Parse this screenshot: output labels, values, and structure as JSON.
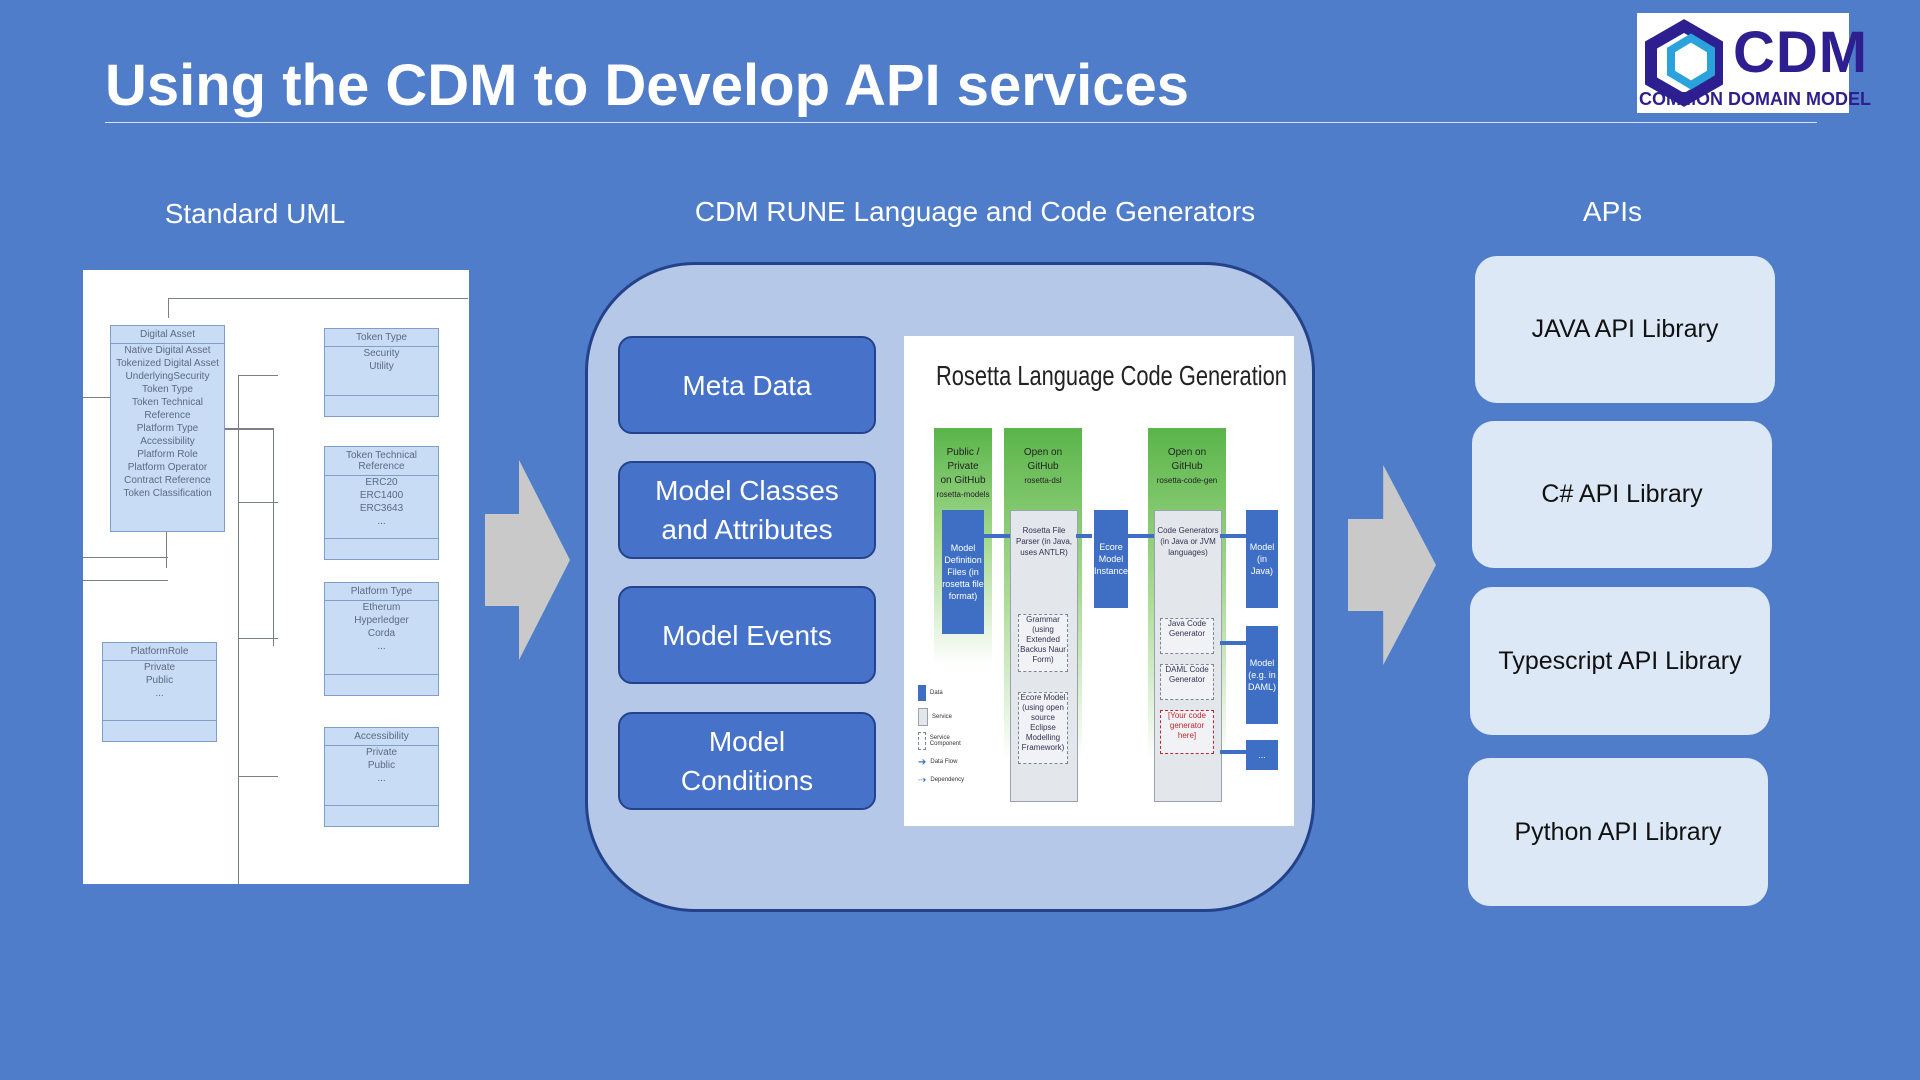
{
  "slide": {
    "title": "Using the CDM to Develop API services"
  },
  "logo": {
    "word": "CDM",
    "subtitle": "COMMON DOMAIN MODEL"
  },
  "columns": {
    "uml_heading": "Standard UML",
    "rune_heading": "CDM RUNE Language and Code Generators",
    "apis_heading": "APIs"
  },
  "uml": {
    "digital_asset": {
      "name": "Digital Asset",
      "attributes": [
        "Native Digital Asset",
        "Tokenized Digital Asset",
        "UnderlyingSecurity",
        "Token Type",
        "Token Technical Reference",
        "Platform Type",
        "Accessibility",
        "Platform Role",
        "Platform Operator",
        "Contract Reference",
        "Token Classification"
      ]
    },
    "token_type": {
      "name": "Token Type",
      "attributes": [
        "Security",
        "Utility"
      ]
    },
    "token_technical_reference": {
      "name": "Token Technical Reference",
      "attributes": [
        "ERC20",
        "ERC1400",
        "ERC3643",
        "..."
      ]
    },
    "platform_type": {
      "name": "Platform Type",
      "attributes": [
        "Etherum",
        "Hyperledger",
        "Corda",
        "..."
      ]
    },
    "platform_role": {
      "name": "PlatformRole",
      "attributes": [
        "Private",
        "Public",
        "..."
      ]
    },
    "accessibility": {
      "name": "Accessibility",
      "attributes": [
        "Private",
        "Public",
        "..."
      ]
    }
  },
  "rune": {
    "meta_data": "Meta Data",
    "model_classes_line1": "Model Classes",
    "model_classes_line2": "and Attributes",
    "model_events": "Model Events",
    "model_conditions_line1": "Model",
    "model_conditions_line2": "Conditions"
  },
  "rosetta": {
    "title": "Rosetta Language Code Generation",
    "col1": {
      "line1": "Public / Private",
      "line2": "on GitHub",
      "line3": "rosetta-models"
    },
    "col2": {
      "line1": "Open on",
      "line2": "GitHub",
      "line3": "rosetta-dsl"
    },
    "col3": {
      "line1": "Open on",
      "line2": "GitHub",
      "line3": "rosetta-code-gen"
    },
    "model_def": "Model Definition Files (in rosetta file format)",
    "file_parser": "Rosetta File Parser (in Java, uses ANTLR)",
    "grammar": "Grammar (using Extended Backus Naur Form)",
    "ecore_model": "Ecore Model (using open source Eclipse Modelling Framework)",
    "ecore_instance": "Ecore Model Instance",
    "code_generators": "Code Generators (in Java or JVM languages)",
    "java_gen": "Java Code Generator",
    "daml_gen": "DAML Code Generator",
    "your_gen": "[Your code generator here]",
    "model_java": "Model (in Java)",
    "model_daml": "Model (e.g. in DAML)",
    "model_more": "...",
    "legend": [
      "Data",
      "Service",
      "Service Component",
      "Data Flow",
      "Dependency"
    ]
  },
  "apis": {
    "java": "JAVA API Library",
    "csharp": "C# API Library",
    "typescript": "Typescript API Library",
    "python": "Python API Library"
  },
  "colors": {
    "background": "#4f7dca",
    "rune_panel": "#b5c8e8",
    "rune_button": "#4673c9",
    "api_box": "#dde8f6",
    "arrow": "#c9c9c9",
    "logo_brand": "#2d1f8f"
  }
}
